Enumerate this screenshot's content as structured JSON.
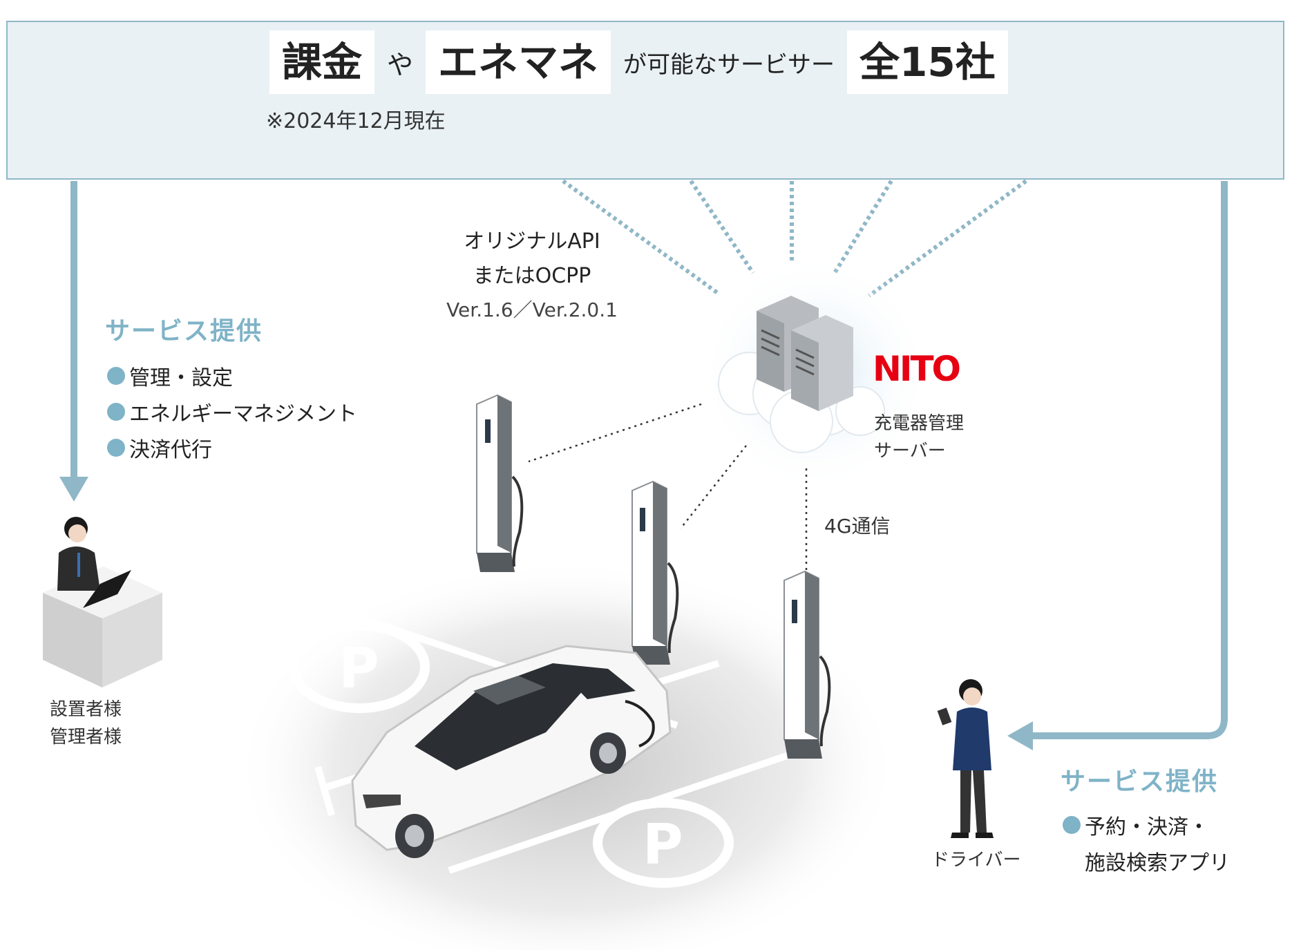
{
  "banner": {
    "word_billing": "課金",
    "particle_ya": "や",
    "word_enemane": "エネマネ",
    "middle_text": "が可能なサービサー",
    "count_text": "全15社",
    "note": "※2024年12月現在"
  },
  "left_services": {
    "title": "サービス提供",
    "items": [
      "管理・設定",
      "エネルギーマネジメント",
      "決済代行"
    ]
  },
  "installer": {
    "line1": "設置者様",
    "line2": "管理者様"
  },
  "api": {
    "line1": "オリジナルAPI",
    "line2": "またはOCPP",
    "versions": "Ver.1.6／Ver.2.0.1"
  },
  "server": {
    "logo": "NITO",
    "line1": "充電器管理",
    "line2": "サーバー"
  },
  "comm": {
    "label": "4G通信"
  },
  "driver": {
    "label": "ドライバー"
  },
  "right_services": {
    "title": "サービス提供",
    "item_line1": "予約・決済・",
    "item_line2": "施設検索アプリ"
  },
  "colors": {
    "accent_blue": "#7fb3c7",
    "banner_fill": "#e9f1f5",
    "brand_red": "#e60012"
  }
}
